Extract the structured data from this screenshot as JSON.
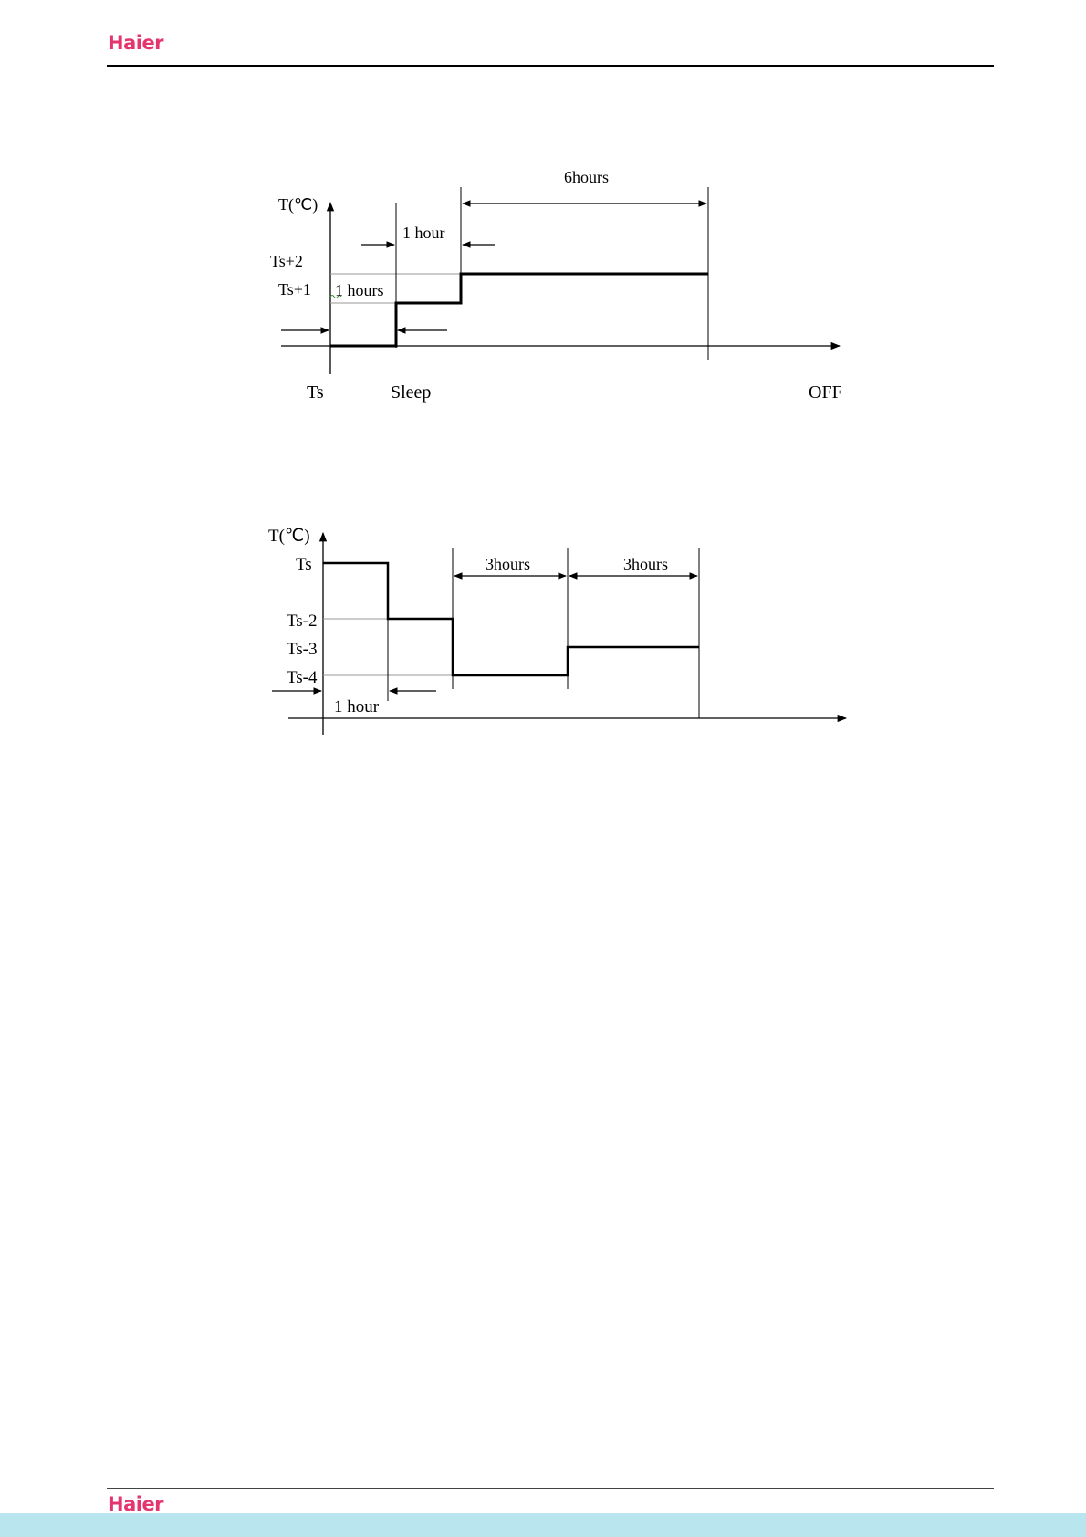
{
  "header": {
    "logo_text": "Haier"
  },
  "footer": {
    "logo_text": "Haier"
  },
  "colors": {
    "brand": "#e5356f",
    "footer_band": "#b8e5ee",
    "rule": "#000000"
  },
  "diagram_cooling": {
    "y_axis_label": "T(℃)",
    "levels": [
      "Ts+2",
      "Ts+1"
    ],
    "x_labels": [
      "Ts",
      "Sleep",
      "OFF"
    ],
    "durations": [
      "1 hours",
      "1 hour",
      "6hours"
    ]
  },
  "diagram_heating": {
    "y_axis_label": "T(℃)",
    "levels": [
      "Ts",
      "Ts-2",
      "Ts-3",
      "Ts-4"
    ],
    "durations": [
      "1 hour",
      "3hours",
      "3hours"
    ]
  }
}
